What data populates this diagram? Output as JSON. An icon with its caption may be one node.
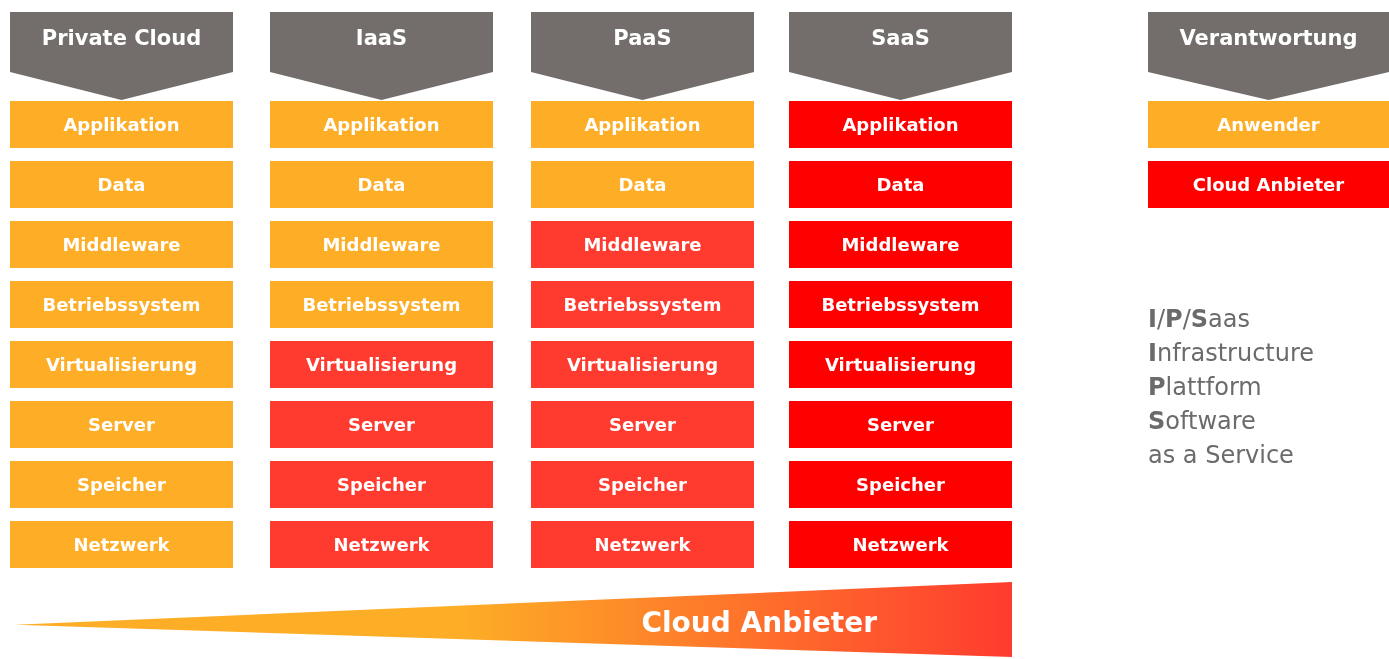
{
  "diagram": {
    "nodes": [
      {
        "text": [
          "Private Cloud"
        ]
      },
      {
        "text": [
          "Applikation"
        ]
      },
      {
        "text": [
          "Data"
        ]
      },
      {
        "text": [
          "Middleware"
        ]
      },
      {
        "text": [
          "Betriebssystem"
        ]
      },
      {
        "text": [
          "Virtualisierung"
        ]
      },
      {
        "text": [
          "Server"
        ]
      },
      {
        "text": [
          "Speicher"
        ]
      },
      {
        "text": [
          "Netzwerk"
        ]
      },
      {
        "text": [
          "IaaS"
        ]
      },
      {
        "text": [
          "Applikation"
        ]
      },
      {
        "text": [
          "Data"
        ]
      },
      {
        "text": [
          "Middleware"
        ]
      },
      {
        "text": [
          "Betriebssystem"
        ]
      },
      {
        "text": [
          "Virtualisierung"
        ]
      },
      {
        "text": [
          "Server"
        ]
      },
      {
        "text": [
          "Speicher"
        ]
      },
      {
        "text": [
          "Netzwerk"
        ]
      },
      {
        "text": [
          "PaaS"
        ]
      },
      {
        "text": [
          "Applikation"
        ]
      },
      {
        "text": [
          "Data"
        ]
      },
      {
        "text": [
          "Middleware"
        ]
      },
      {
        "text": [
          "Betriebssystem"
        ]
      },
      {
        "text": [
          "Virtualisierung"
        ]
      },
      {
        "text": [
          "Server"
        ]
      },
      {
        "text": [
          "Speicher"
        ]
      },
      {
        "text": [
          "Netzwerk"
        ]
      },
      {
        "text": [
          "SaaS"
        ]
      },
      {
        "text": [
          "Applikation"
        ]
      },
      {
        "text": [
          "Data"
        ]
      },
      {
        "text": [
          "Middleware"
        ]
      },
      {
        "text": [
          "Betriebssystem"
        ]
      },
      {
        "text": [
          "Virtualisierung"
        ]
      },
      {
        "text": [
          "Server"
        ]
      },
      {
        "text": [
          "Speicher"
        ]
      },
      {
        "text": [
          "Netzwerk"
        ]
      },
      {
        "text": [
          "Verantwortung"
        ]
      },
      {
        "text": [
          "Cloud Anbieter"
        ]
      }
    ],
    "labels": [
      "**I**/**P**/**S**aas",
      "**I**nfrastructure",
      "**P**lattform",
      "**S**oftware",
      "as a Service"
    ],
    "legend": [
      {
        "text": "Anwender",
        "color": "#fdad26"
      },
      {
        "text": "Cloud Anbieter",
        "color": "#ff0000"
      }
    ]
  }
}
